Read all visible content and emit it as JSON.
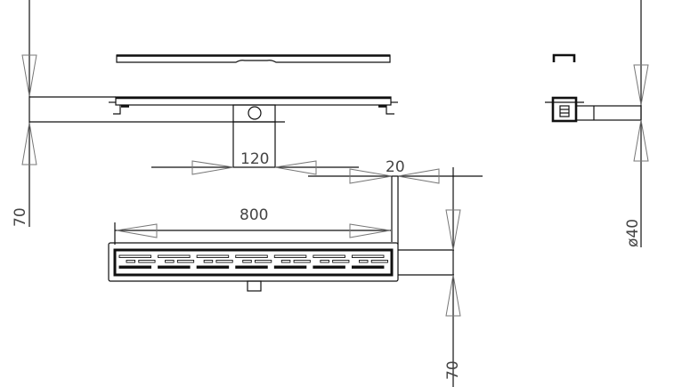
{
  "dimensions": {
    "left_height": "70",
    "outlet_width": "120",
    "offset": "20",
    "length": "800",
    "bottom_height": "70",
    "pipe_diameter": "ø40"
  },
  "slots": {
    "count": 7
  }
}
